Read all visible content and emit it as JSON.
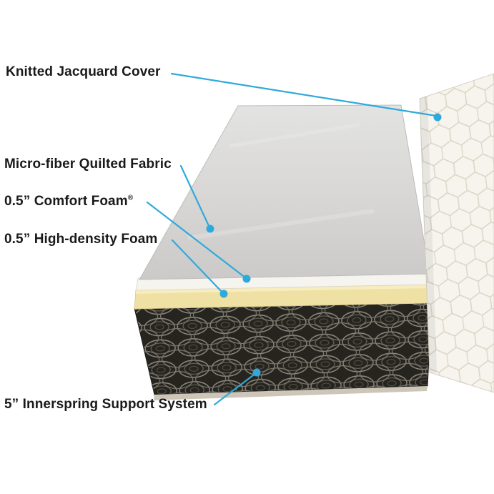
{
  "colors": {
    "accent": "#2fa9dc",
    "text": "#1a1a1a",
    "cover_fabric": "#f6f4ed",
    "quilted_fabric_top": "#d7d6d4",
    "comfort_foam": "#f6f4ee",
    "high_density_foam": "#eee1a3",
    "innerspring_dark": "#26241f"
  },
  "diagram": {
    "title": "Mattress layer construction diagram",
    "labels": [
      {
        "id": "knitted-jacquard-cover",
        "text": "Knitted Jacquard Cover"
      },
      {
        "id": "micro-fiber-quilted-fabric",
        "text": "Micro-fiber Quilted Fabric"
      },
      {
        "id": "comfort-foam",
        "text": "0.5” Comfort Foam",
        "suffix": "®"
      },
      {
        "id": "high-density-foam",
        "text": "0.5” High-density Foam"
      },
      {
        "id": "innerspring-support-system",
        "text": "5” Innerspring Support System"
      }
    ]
  }
}
